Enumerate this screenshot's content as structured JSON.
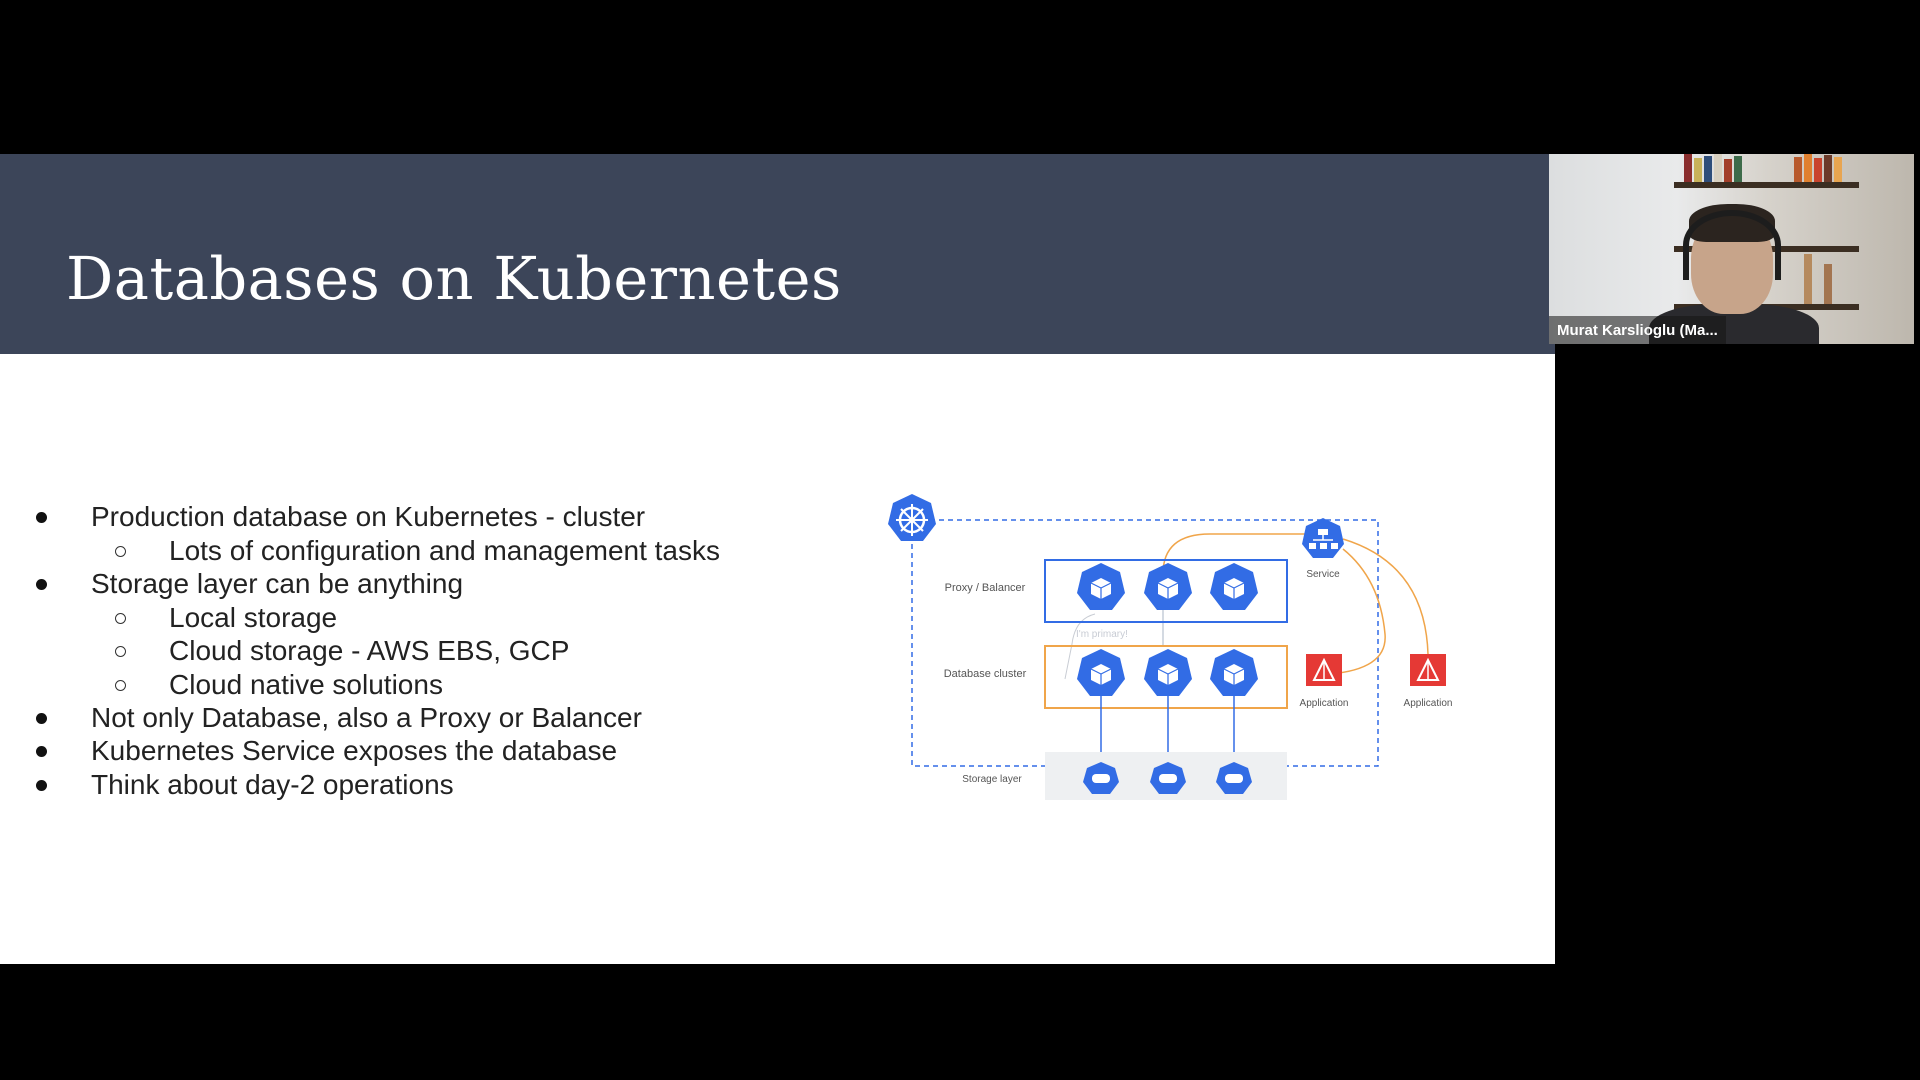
{
  "slide": {
    "title": "Databases on Kubernetes",
    "bullets": [
      {
        "level": 1,
        "text": "Production database on Kubernetes - cluster"
      },
      {
        "level": 2,
        "text": "Lots of configuration and management tasks"
      },
      {
        "level": 1,
        "text": "Storage layer can be anything"
      },
      {
        "level": 2,
        "text": "Local storage"
      },
      {
        "level": 2,
        "text": "Cloud storage - AWS EBS, GCP"
      },
      {
        "level": 2,
        "text": "Cloud native solutions"
      },
      {
        "level": 1,
        "text": "Not only Database, also a Proxy or Balancer"
      },
      {
        "level": 1,
        "text": "Kubernetes Service exposes the database"
      },
      {
        "level": 1,
        "text": "Think about day-2 operations"
      }
    ]
  },
  "diagram": {
    "proxy_label": "Proxy / Balancer",
    "database_label": "Database cluster",
    "storage_label": "Storage layer",
    "service_label": "Service",
    "primary_note": "I'm primary!",
    "application_label_1": "Application",
    "application_label_2": "Application",
    "colors": {
      "k8s_blue": "#326ce5",
      "proxy_border": "#326ce5",
      "db_border": "#f0a54a",
      "app_red": "#e53935",
      "storage_bg": "#eef0f2",
      "dashed_border": "#326ce5"
    },
    "icons": [
      "kubernetes-helm-icon",
      "service-network-icon",
      "pod-cube-icon",
      "volume-disk-icon",
      "application-icon"
    ]
  },
  "video": {
    "participant_name": "Murat Karslioglu (Ma..."
  },
  "colors": {
    "header_bg": "#3c4559",
    "slide_bg": "#ffffff",
    "screen_bg": "#000000"
  }
}
